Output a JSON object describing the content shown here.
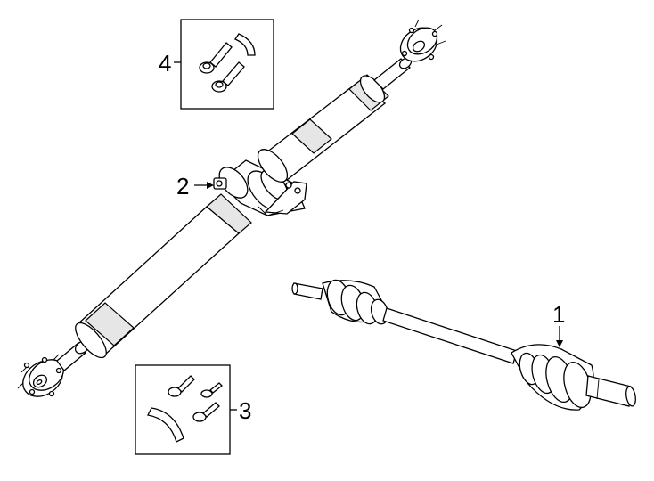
{
  "callouts": [
    {
      "number": "1",
      "part": "halfshaft"
    },
    {
      "number": "2",
      "part": "center-support-bearing"
    },
    {
      "number": "3",
      "part": "bolt-kit"
    },
    {
      "number": "4",
      "part": "bolt-kit"
    }
  ],
  "colors": {
    "line": "#000000",
    "shading": "#e6e6e6",
    "background": "#ffffff"
  }
}
